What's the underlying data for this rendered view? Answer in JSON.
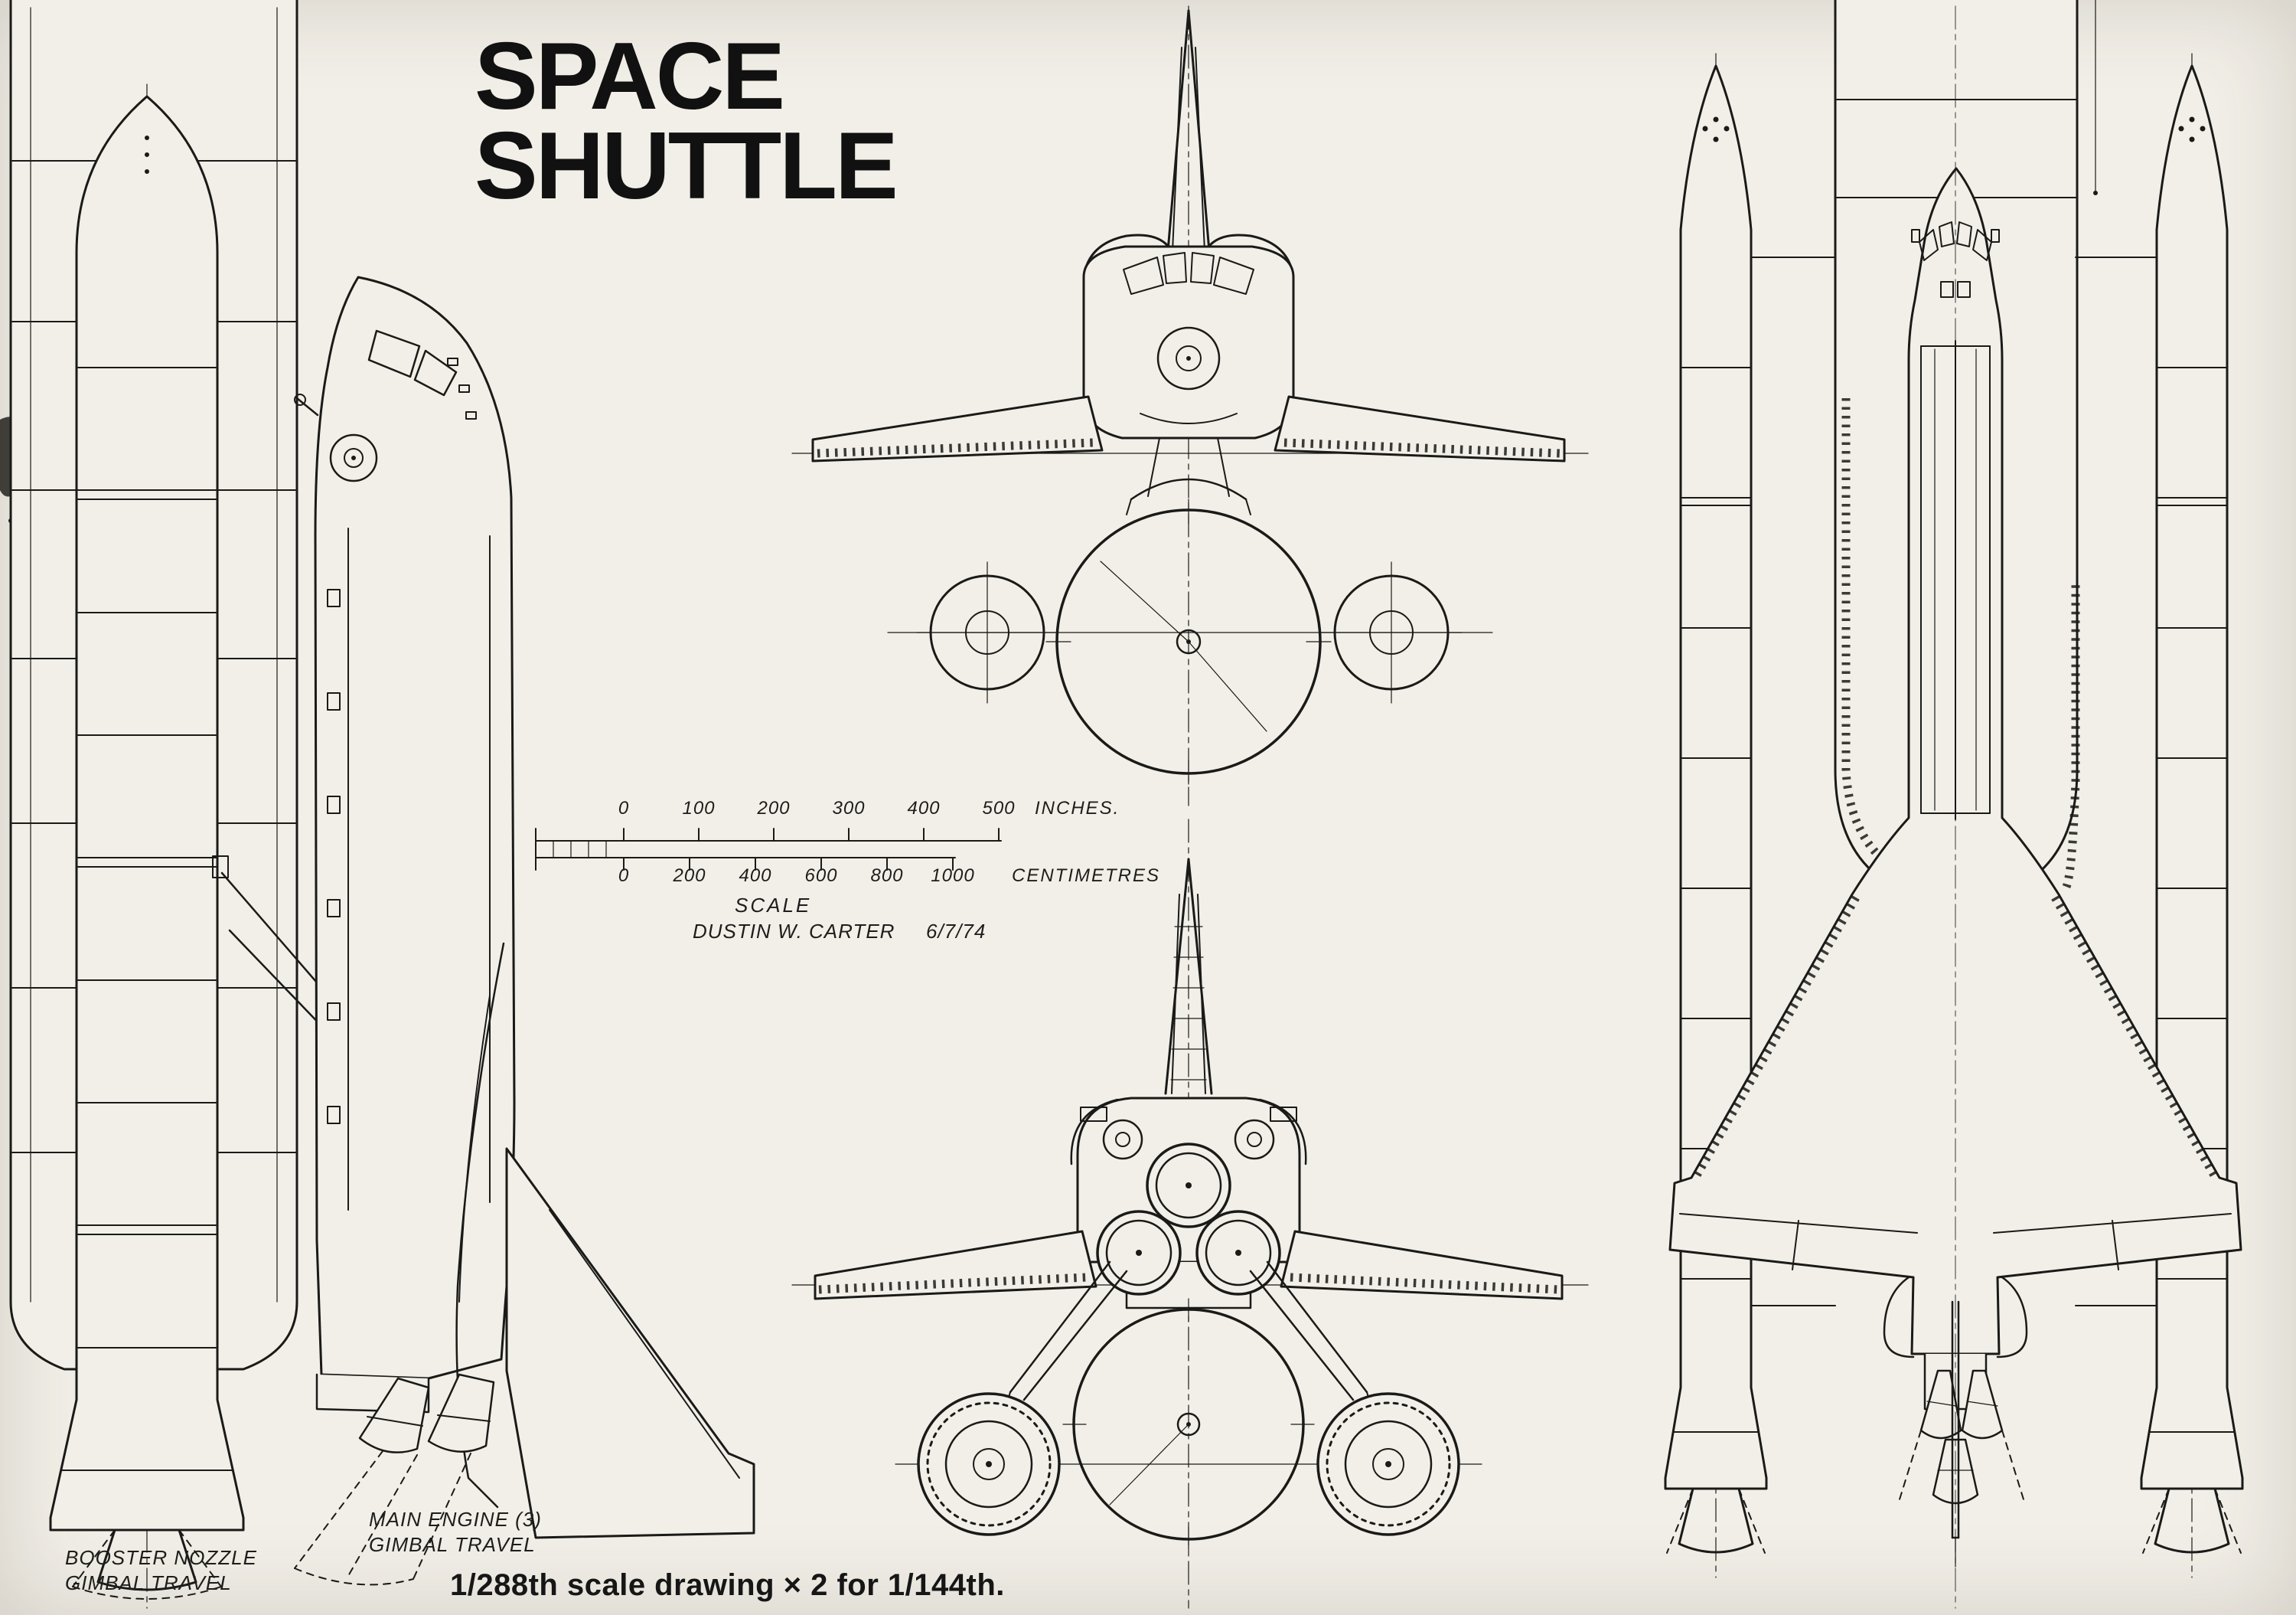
{
  "page": {
    "background": "#f2efe8",
    "ink": "#1a1a18"
  },
  "title": {
    "line1": "SPACE",
    "line2": "SHUTTLE"
  },
  "scale_bar": {
    "inches": {
      "ticks": [
        "0",
        "100",
        "200",
        "300",
        "400",
        "500"
      ],
      "unit": "INCHES."
    },
    "centimetres": {
      "ticks": [
        "0",
        "200",
        "400",
        "600",
        "800",
        "1000"
      ],
      "unit": "CENTIMETRES"
    },
    "label": "SCALE",
    "credit": "DUSTIN W. CARTER",
    "date": "6/7/74"
  },
  "annotations": {
    "booster_nozzle_line1": "BOOSTER NOZZLE",
    "booster_nozzle_line2": "GIMBAL TRAVEL",
    "main_engine_line1": "MAIN ENGINE (3)",
    "main_engine_line2": "GIMBAL TRAVEL"
  },
  "footer": {
    "text": "1/288th scale drawing × 2 for 1/144th."
  }
}
